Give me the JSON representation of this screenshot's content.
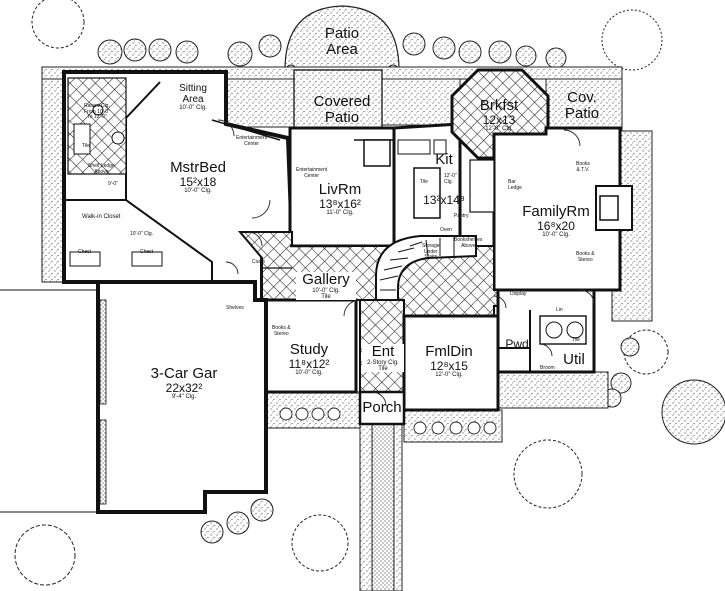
{
  "rooms": {
    "patio_area": {
      "name": "Patio\nArea"
    },
    "covered_patio": {
      "name": "Covered\nPatio"
    },
    "brkfst": {
      "name": "Brkfst",
      "dim": "12x13",
      "clg": "12'-0\" Clg."
    },
    "cov_patio": {
      "name": "Cov.\nPatio"
    },
    "sitting_area": {
      "name": "Sitting\nArea",
      "clg": "10'-0\" Clg."
    },
    "mstrbed": {
      "name": "MstrBed",
      "dim": "15²x18",
      "clg": "10'-0\" Clg."
    },
    "livrm": {
      "name": "LivRm",
      "dim": "13⁸x16²",
      "clg": "11'-0\" Clg."
    },
    "kit": {
      "name": "Kit",
      "dim": "13²x14⁸"
    },
    "familyrm": {
      "name": "FamilyRm",
      "dim": "16⁸x20",
      "clg": "10'-0\" Clg."
    },
    "gallery": {
      "name": "Gallery",
      "clg": "10'-0\" Clg.\nTile"
    },
    "garage": {
      "name": "3-Car Gar",
      "dim": "22x32²",
      "clg": "9'-4\" Clg."
    },
    "study": {
      "name": "Study",
      "dim": "11⁸x12²",
      "clg": "10'-0\" Clg."
    },
    "ent": {
      "name": "Ent",
      "clg": "2-Story Clg.\nTile"
    },
    "fmldin": {
      "name": "FmlDin",
      "dim": "12⁸x15",
      "clg": "12'-0\" Clg."
    },
    "porch": {
      "name": "Porch"
    },
    "pwd": {
      "name": "Pwd"
    },
    "util": {
      "name": "Util"
    }
  },
  "small_labels": {
    "mstr_bath": "Raised Clg.\nFrom 10'-0\"\nTo 12'-0\"",
    "tile": "Tile",
    "tile_kit": "Tile",
    "tile_util": "Tile",
    "shelf_ledge": "Shelf Ledge\nAbove",
    "mstr_bath_clg": "9'-0\"",
    "walkin_closet": "Walk-in Closet",
    "closet_clg": "10'-0\" Clg.",
    "chest1": "Chest",
    "chest2": "Chest",
    "ent_center1": "Entertainment\nCenter",
    "ent_center2": "Entertainment\nCenter",
    "kit_clg": "12'-0\"\nClg.",
    "bar_ledge": "Bar\nLedge",
    "pantry": "Pantry",
    "oven": "Oven",
    "books_tv": "Books\n& T.V.",
    "books_stereo_fam": "Books &\nStereo",
    "storage": "Storage\nUnder\nStairs",
    "bookshelves": "Bookshelves\nAbove",
    "coats": "Coats",
    "shelves": "Shelves",
    "books_stereo_study": "Books &\nStereo",
    "display": "Display",
    "lin": "Lin",
    "broom": "Broom"
  }
}
